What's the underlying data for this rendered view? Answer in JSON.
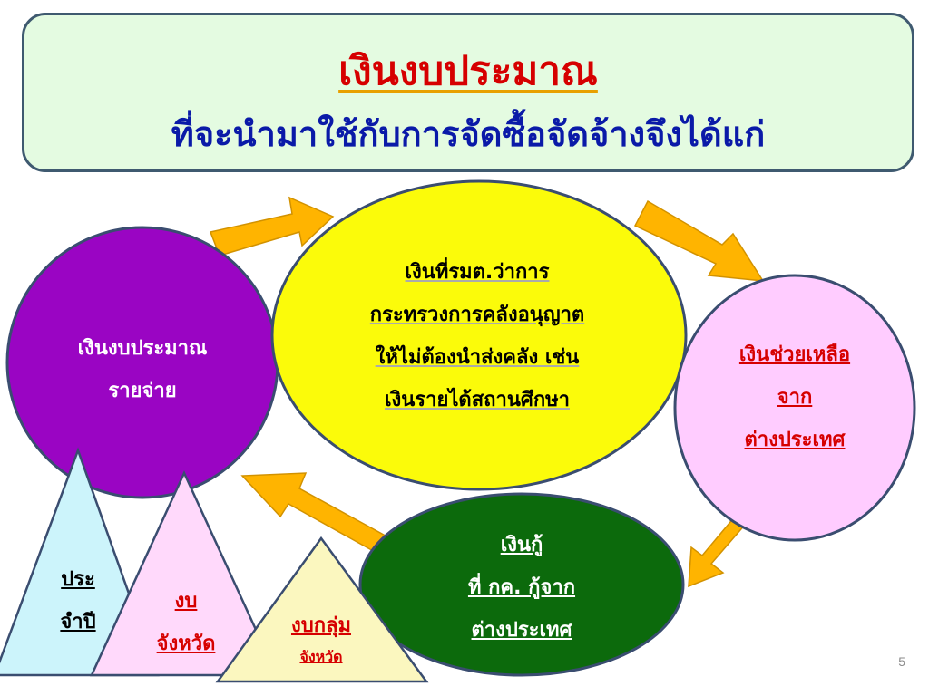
{
  "header": {
    "title": "เงินงบประมาณ",
    "subtitle": "ที่จะนำมาใช้กับการจัดซื้อจัดจ้างจึงได้แก่"
  },
  "nodes": {
    "purple_circle": {
      "lines": [
        "เงินงบประมาณ",
        "รายจ่าย"
      ]
    },
    "yellow_ellipse": {
      "lines": [
        "เงินที่รมต.ว่าการ",
        "กระทรวงการคลังอนุญาต",
        "ให้ไม่ต้องนำส่งคลัง เช่น",
        "เงินรายได้สถานศึกษา"
      ]
    },
    "pink_circle": {
      "lines": [
        "เงินช่วยเหลือ",
        "จาก",
        "ต่างประเทศ"
      ]
    },
    "green_ellipse": {
      "lines": [
        "เงินกู้",
        "ที่ กค. กู้จาก",
        "ต่างประเทศ"
      ]
    }
  },
  "triangles": {
    "annual": {
      "lines": [
        "ประ",
        "จำปี"
      ]
    },
    "provincial": {
      "lines": [
        "งบ",
        "จังหวัด"
      ]
    },
    "provincial_group": {
      "line1": "งบกลุ่ม",
      "line2": "จังหวัด"
    }
  },
  "page_number": "5",
  "colors": {
    "purple": "#9a05c3",
    "yellow": "#fbfb0a",
    "pink": "#ffccff",
    "green": "#0c6a0c",
    "arrow": "#ffb400",
    "title_red": "#d60000",
    "title_blue": "#0a1aa8"
  }
}
